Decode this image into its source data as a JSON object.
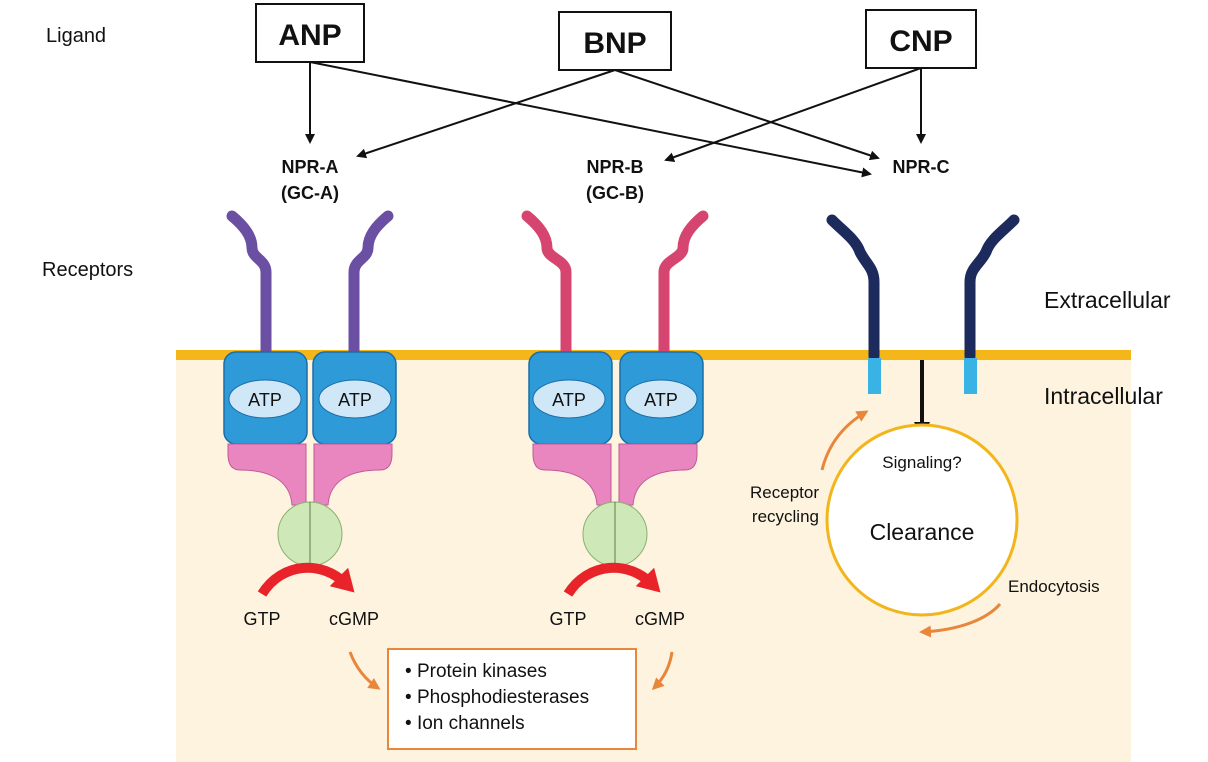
{
  "labels": {
    "ligand": "Ligand",
    "receptors": "Receptors",
    "extracellular": "Extracellular",
    "intracellular": "Intracellular"
  },
  "ligands": [
    "ANP",
    "BNP",
    "CNP"
  ],
  "receptors": [
    {
      "name": "NPR-A",
      "alt": "(GC-A)",
      "color": "#6a4fa3"
    },
    {
      "name": "NPR-B",
      "alt": "(GC-B)",
      "color": "#d6456f"
    },
    {
      "name": "NPR-C",
      "alt": "",
      "color": "#1d2a5c"
    }
  ],
  "domains": {
    "atp": "ATP",
    "gtp": "GTP",
    "cgmp": "cGMP"
  },
  "npr_c": {
    "signaling": "Signaling?",
    "clearance": "Clearance",
    "recycling_line1": "Receptor",
    "recycling_line2": "recycling",
    "endocytosis": "Endocytosis"
  },
  "targets": [
    "Protein kinases",
    "Phosphodiesterases",
    "Ion channels"
  ],
  "colors": {
    "membrane": "#f5b61a",
    "cytoplasm": "#fdf3de",
    "kinase_blue": "#2f9ad8",
    "atp_oval": "#cfe7f7",
    "pink_domain": "#e986c0",
    "gc_green": "#cfe8b8",
    "red_arrow": "#e8232a",
    "orange": "#e8863b",
    "clearance_ring": "#f2b61c"
  }
}
